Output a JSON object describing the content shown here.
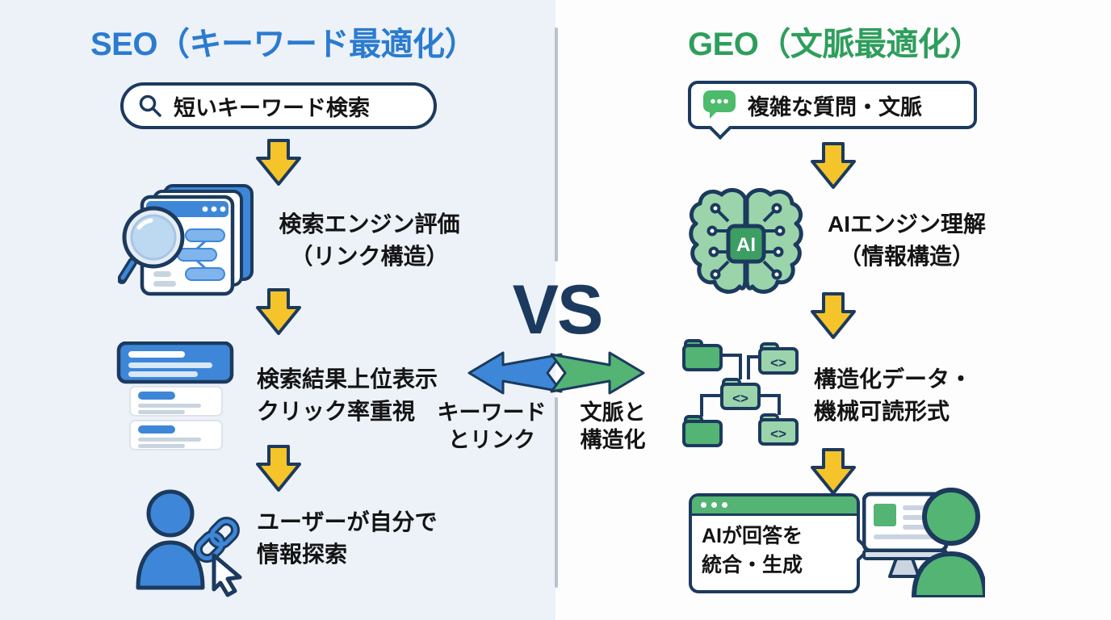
{
  "left": {
    "title": "SEO（キーワード最適化）",
    "search_label": "短いキーワード検索",
    "steps": [
      {
        "line1": "検索エンジン評価",
        "line2": "（リンク構造）"
      },
      {
        "line1": "検索結果上位表示",
        "line2": "クリック率重視"
      },
      {
        "line1": "ユーザーが自分で",
        "line2": "情報探索"
      }
    ],
    "arrow_label_line1": "キーワード",
    "arrow_label_line2": "とリンク"
  },
  "right": {
    "title": "GEO（文脈最適化）",
    "question_label": "複雑な質問・文脈",
    "steps": [
      {
        "line1": "AIエンジン理解",
        "line2": "（情報構造）"
      },
      {
        "line1": "構造化データ・",
        "line2": "機械可読形式"
      },
      {
        "line1": "AIが回答を",
        "line2": "統合・生成"
      }
    ],
    "arrow_label_line1": "文脈と",
    "arrow_label_line2": "構造化"
  },
  "center": {
    "vs": "VS"
  },
  "icons": {
    "ai_chip": "AI",
    "code_glyph": "<>"
  },
  "colors": {
    "bg-left": "#ECF2F8",
    "bg-right": "#FDFDFE",
    "divider": "#B9C2CD",
    "blue": "#2B7BD0",
    "blue-mid": "#3E87D8",
    "blue-light": "#7FB5EC",
    "blue-pale": "#BDD9F2",
    "green": "#2E9E5C",
    "green-mid": "#53B474",
    "green-light": "#9BD4AB",
    "green-dark": "#3D9E63",
    "navy": "#1C3A5E",
    "yellow": "#F4C42A",
    "text": "#141414",
    "gray-line": "#C9D4E0"
  }
}
